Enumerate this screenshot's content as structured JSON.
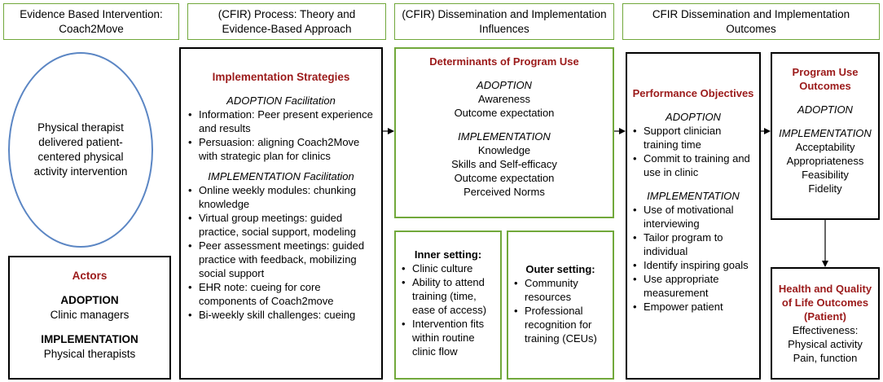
{
  "headers": [
    "Evidence Based Intervention: Coach2Move",
    "(CFIR) Process: Theory and Evidence-Based Approach",
    "(CFIR) Dissemination and Implementation Influences",
    "CFIR Dissemination and Implementation Outcomes"
  ],
  "intervention": "Physical therapist delivered patient-centered physical activity intervention",
  "actors": {
    "title": "Actors",
    "adoption_label": "ADOPTION",
    "adoption_value": "Clinic managers",
    "implementation_label": "IMPLEMENTATION",
    "implementation_value": "Physical therapists"
  },
  "strategies": {
    "title": "Implementation Strategies",
    "adoption_heading": "ADOPTION Facilitation",
    "adoption_items": [
      "Information: Peer present experience and results",
      "Persuasion: aligning Coach2Move with strategic plan for clinics"
    ],
    "implementation_heading": "IMPLEMENTATION Facilitation",
    "implementation_items": [
      "Online weekly modules: chunking knowledge",
      "Virtual group meetings: guided practice, social support, modeling",
      "Peer assessment meetings: guided practice with feedback, mobilizing social support",
      "EHR note: cueing for core components of Coach2move",
      "Bi-weekly skill challenges: cueing"
    ]
  },
  "determinants": {
    "title": "Determinants of Program Use",
    "adoption_heading": "ADOPTION",
    "adoption_items": [
      "Awareness",
      "Outcome expectation"
    ],
    "implementation_heading": "IMPLEMENTATION",
    "implementation_items": [
      "Knowledge",
      "Skills and Self-efficacy",
      "Outcome expectation",
      "Perceived Norms"
    ]
  },
  "inner_setting": {
    "title": "Inner setting:",
    "items": [
      "Clinic culture",
      "Ability to attend training (time, ease of access)",
      "Intervention fits within routine clinic flow"
    ]
  },
  "outer_setting": {
    "title": "Outer setting:",
    "items": [
      "Community resources",
      "Professional recognition for training (CEUs)"
    ]
  },
  "performance": {
    "title": "Performance Objectives",
    "adoption_heading": "ADOPTION",
    "adoption_items": [
      "Support clinician training time",
      "Commit to training and use in clinic"
    ],
    "implementation_heading": "IMPLEMENTATION",
    "implementation_items": [
      "Use of motivational interviewing",
      "Tailor program to individual",
      "Identify inspiring goals",
      "Use appropriate measurement",
      "Empower patient"
    ]
  },
  "program_use": {
    "title": "Program Use Outcomes",
    "adoption_heading": "ADOPTION",
    "implementation_heading": "IMPLEMENTATION",
    "implementation_items": [
      "Acceptability",
      "Appropriateness",
      "Feasibility",
      "Fidelity"
    ]
  },
  "health": {
    "title": "Health and Quality of Life Outcomes (Patient)",
    "label": "Effectiveness:",
    "items": [
      "Physical activity",
      "Pain, function"
    ]
  },
  "colors": {
    "green_border": "#71a83b",
    "title_red": "#9b1a1a",
    "ellipse_blue": "#5b86c4"
  }
}
